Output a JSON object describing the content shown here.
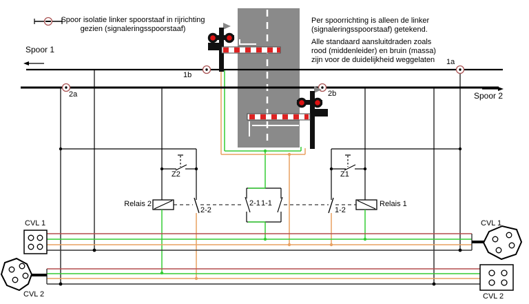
{
  "diagram": {
    "legend": {
      "text": "Spoor isolatie linker spoorstaaf in rijrichting\ngezien (signaleringsspoorstaaf)"
    },
    "notes": {
      "per_richting": "Per spoorrichting is alleen de linker\n(signaleringsspoorstaaf) getekend.",
      "aansluitdraden": "Alle standaard aansluitdraden zoals\nrood (middenleider) en bruin (massa)\nzijn voor de duidelijkheid weggelaten"
    },
    "tracks": {
      "spoor1_label": "Spoor 1",
      "spoor2_label": "Spoor 2",
      "joint_1a": "1a",
      "joint_1b": "1b",
      "joint_2a": "2a",
      "joint_2b": "2b"
    },
    "circuit": {
      "contact_z1": "Z1",
      "contact_z2": "Z2",
      "contact_22": "2-2",
      "contact_21": "2-1",
      "contact_11": "1-1",
      "contact_12": "1-2",
      "relay1": "Relais 1",
      "relay2": "Relais 2"
    },
    "connectors": {
      "cvl1_left": "CVL 1",
      "cvl1_right": "CVL 1",
      "cvl2_left": "CVL 2",
      "cvl2_right": "CVL 2"
    },
    "colors": {
      "wire_green": "#33cc33",
      "wire_orange": "#e8a060",
      "wire_red": "#b34d4d",
      "joint_marker": "#aa5555",
      "road": "#8a8a8a",
      "signal_light": "#dd1111",
      "barrier_stripe": "#dd2222"
    }
  }
}
